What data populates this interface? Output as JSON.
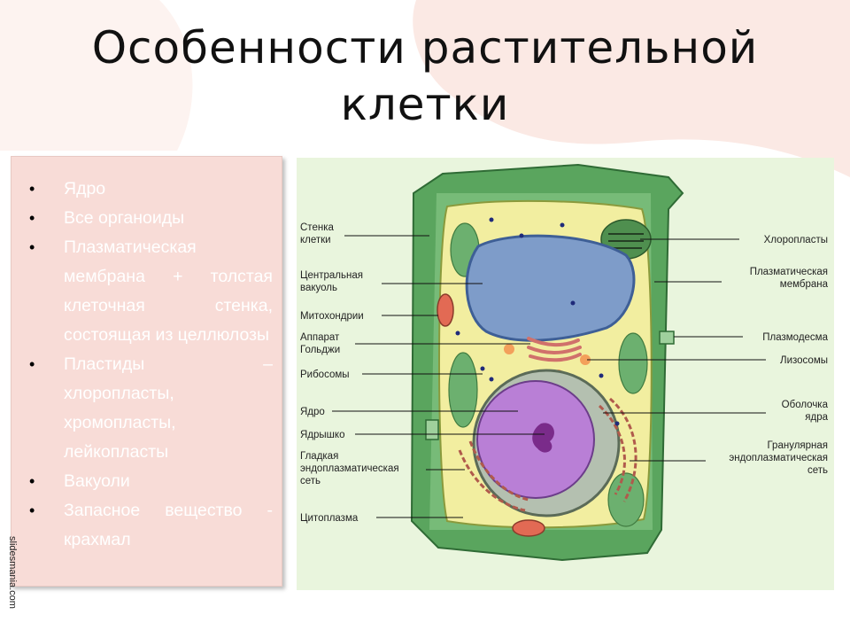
{
  "slide": {
    "title": "Особенности растительной клетки"
  },
  "bullets": [
    "Ядро",
    "Все органоиды",
    "Плазматическая мембрана + толстая клеточная стенка, состоящая из целлюлозы",
    "Пластиды – хлоропласты, хромопласты, лейкопласты",
    "Вакуоли",
    "Запасное вещество - крахмал"
  ],
  "bullet_symbol": "•",
  "watermark": "slidesmania.com",
  "diagram": {
    "left_labels": [
      [
        "Стенка",
        "клетки"
      ],
      [
        "Центральная",
        "вакуоль"
      ],
      [
        "Митохондрии"
      ],
      [
        "Аппарат",
        "Гольджи"
      ],
      [
        "Рибосомы"
      ],
      [
        "Ядро"
      ],
      [
        "Ядрышко"
      ],
      [
        "Гладкая",
        "эндоплазматическая",
        "сеть"
      ],
      [
        "Цитоплазма"
      ]
    ],
    "right_labels": [
      [
        "Хлоропласты"
      ],
      [
        "Плазматическая",
        "мембрана"
      ],
      [
        "Плазмодесма"
      ],
      [
        "Лизосомы"
      ],
      [
        "Оболочка",
        "ядра"
      ],
      [
        "Гранулярная",
        "эндоплазматическая",
        "сеть"
      ]
    ]
  },
  "colors": {
    "cell_wall": "#5aa55e",
    "cytoplasm": "#f2eea0",
    "vacuole": "#7e9cc9",
    "nucleus": "#b97fd6",
    "panel": "#f8dcd7"
  }
}
